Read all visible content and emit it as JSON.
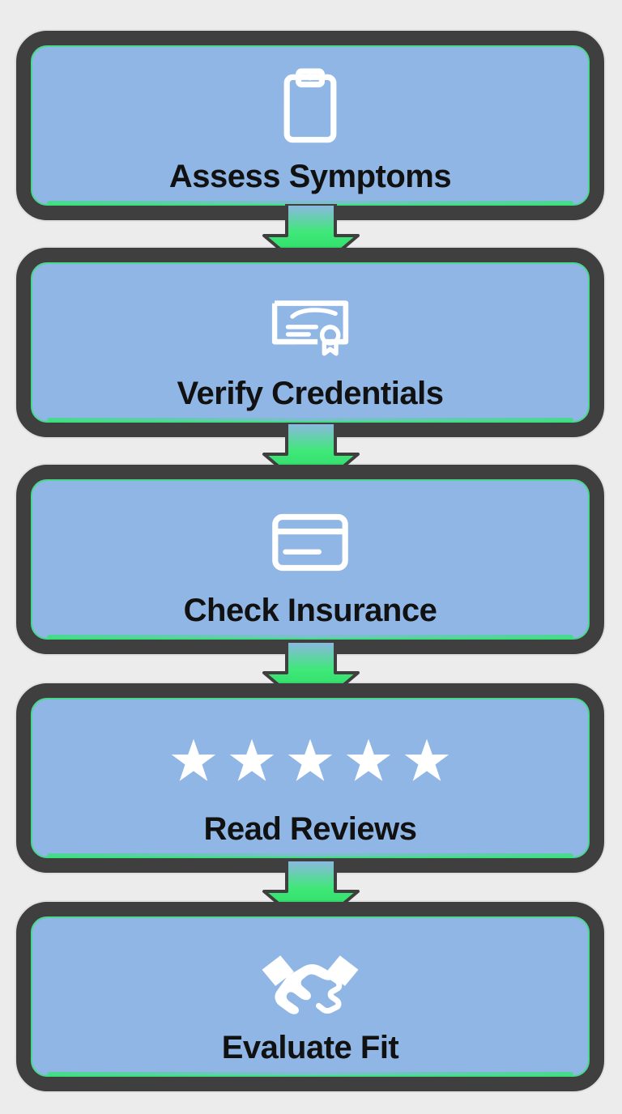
{
  "steps": [
    {
      "label": "Assess Symptoms",
      "icon": "clipboard-icon"
    },
    {
      "label": "Verify Credentials",
      "icon": "certificate-icon"
    },
    {
      "label": "Check Insurance",
      "icon": "card-icon"
    },
    {
      "label": "Read Reviews",
      "icon": "stars-icon"
    },
    {
      "label": "Evaluate Fit",
      "icon": "handshake-icon"
    }
  ],
  "rating": {
    "stars": 5
  },
  "colors": {
    "box": "#8fb6e5",
    "border": "#3f3f3f",
    "accent": "#2fe66f",
    "text": "#111111",
    "background": "#ececec"
  }
}
